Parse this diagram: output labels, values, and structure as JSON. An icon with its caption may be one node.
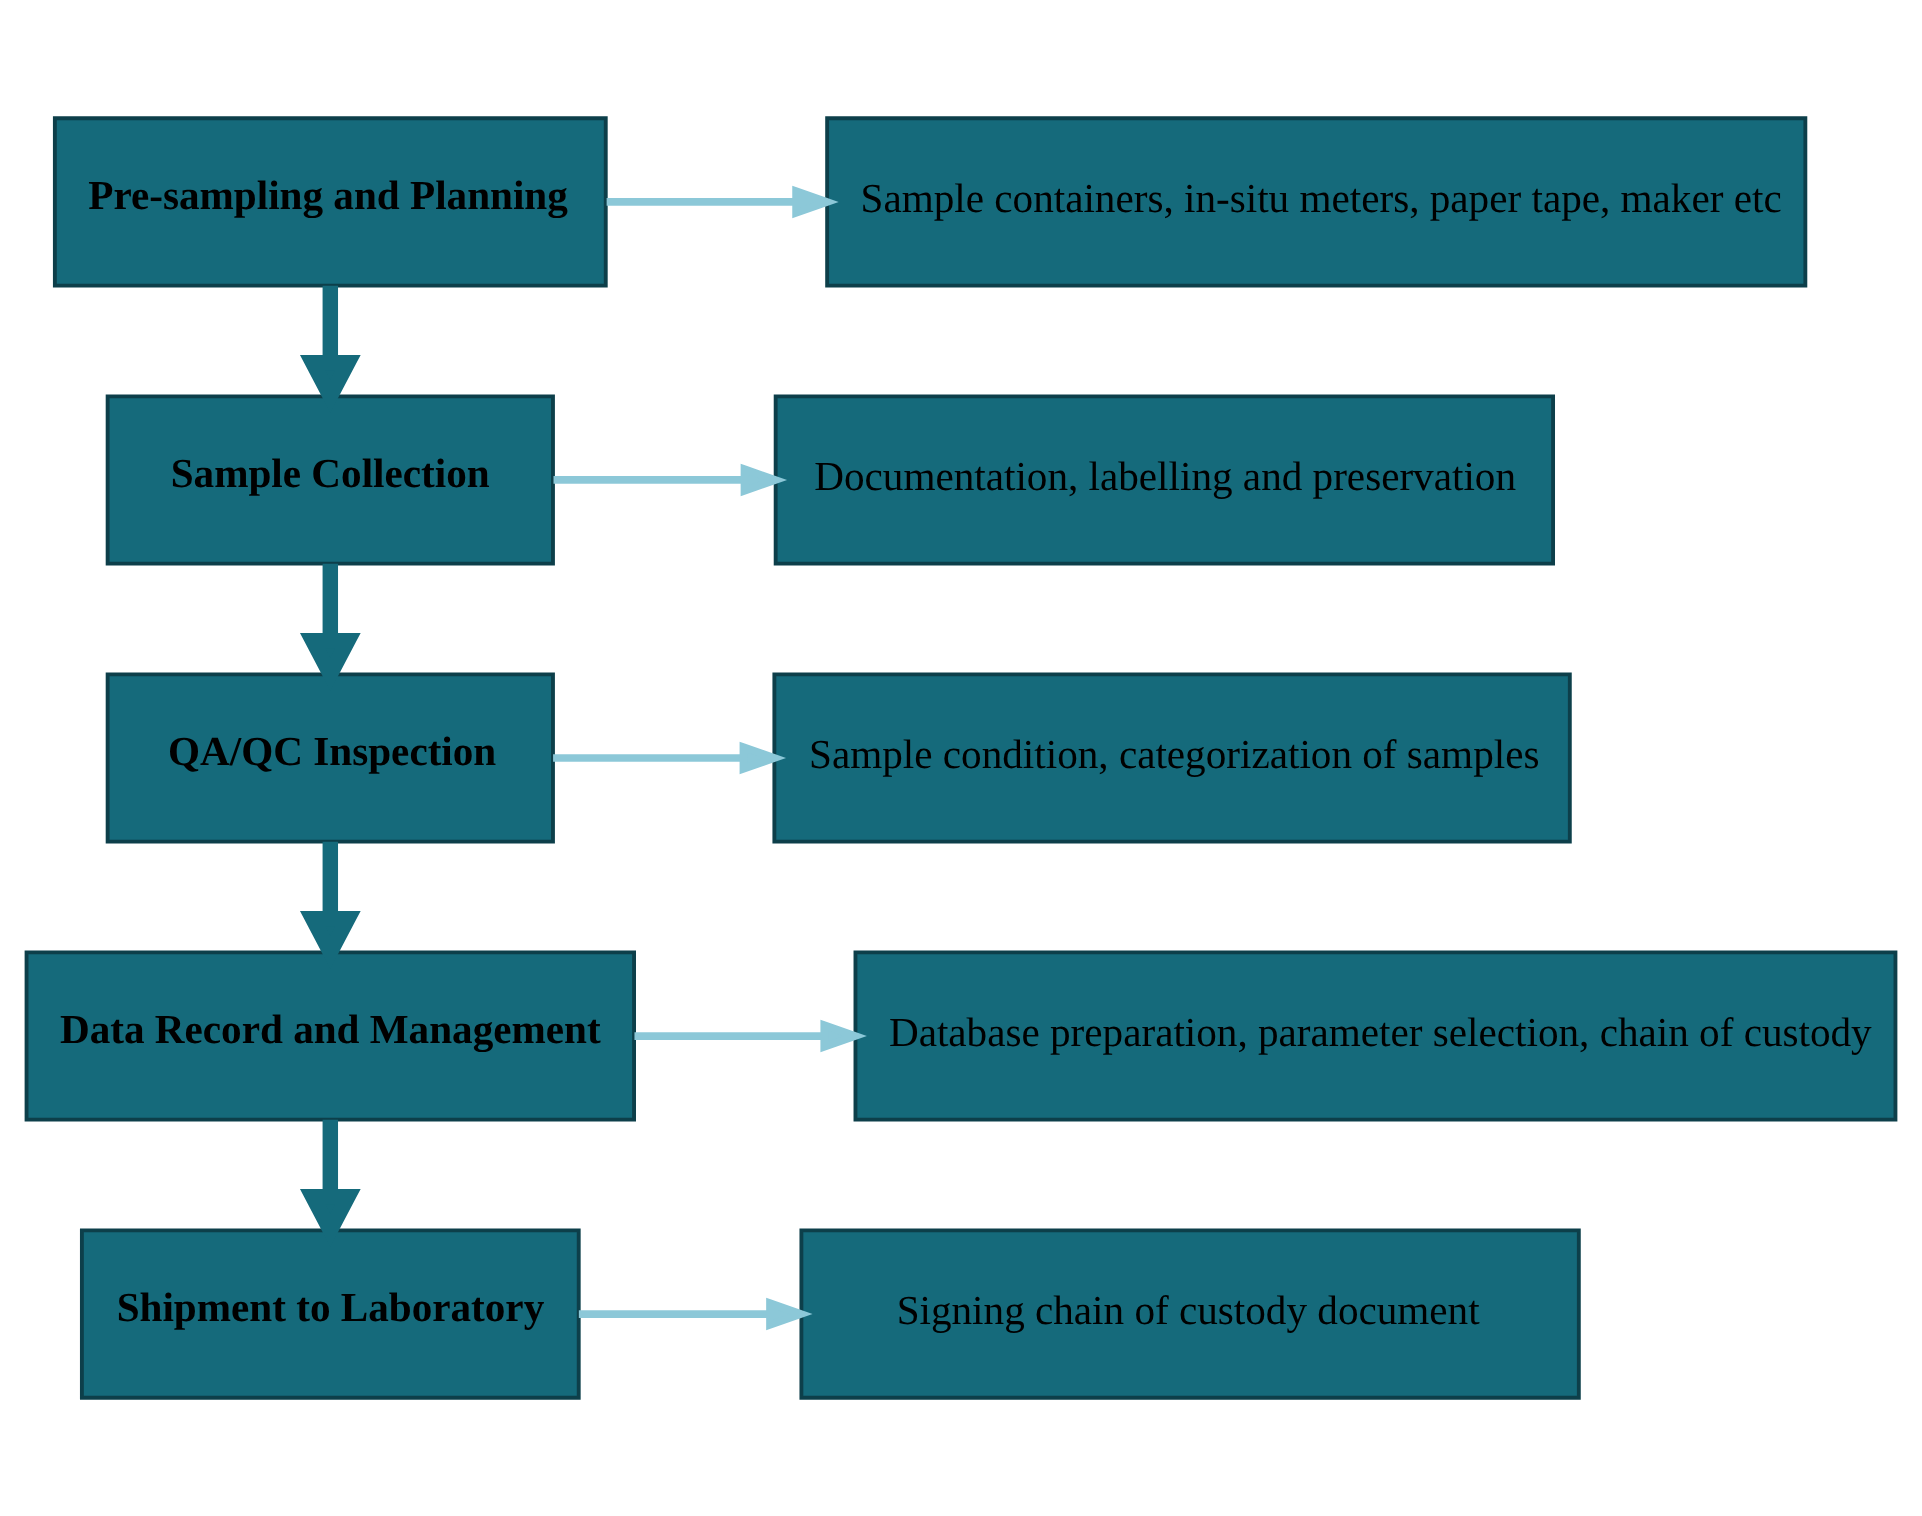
{
  "diagram": {
    "nodes": [
      {
        "text": [
          "Pre-sampling and Planning"
        ]
      },
      {
        "text": [
          "Sample containers, in-situ meters, paper tape, maker etc"
        ]
      },
      {
        "text": [
          "Sample Collection"
        ]
      },
      {
        "text": [
          "Documentation, labelling and preservation"
        ]
      },
      {
        "text": [
          "QA/QC Inspection"
        ]
      },
      {
        "text": [
          "Sample condition, categorization of samples"
        ]
      },
      {
        "text": [
          "Data Record and Management"
        ]
      },
      {
        "text": [
          "Database preparation, parameter selection, chain of custody"
        ]
      },
      {
        "text": [
          "Shipment to Laboratory"
        ]
      },
      {
        "text": [
          "Signing chain of custody document"
        ]
      }
    ],
    "edges": [
      {
        "from": 0,
        "to": 1,
        "arrow": "to"
      },
      {
        "from": 0,
        "to": 2,
        "arrow": "to",
        "style": "thick",
        "color": "#156a7b"
      },
      {
        "from": 2,
        "to": 3,
        "arrow": "to"
      },
      {
        "from": 2,
        "to": 4,
        "arrow": "to",
        "style": "thick",
        "color": "#156a7b"
      },
      {
        "from": 4,
        "to": 5,
        "arrow": "to"
      },
      {
        "from": 4,
        "to": 6,
        "arrow": "to",
        "style": "thick",
        "color": "#156a7b"
      },
      {
        "from": 6,
        "to": 7,
        "arrow": "to"
      },
      {
        "from": 6,
        "to": 8,
        "arrow": "to",
        "style": "thick",
        "color": "#156a7b"
      },
      {
        "from": 8,
        "to": 9,
        "arrow": "to"
      }
    ]
  }
}
